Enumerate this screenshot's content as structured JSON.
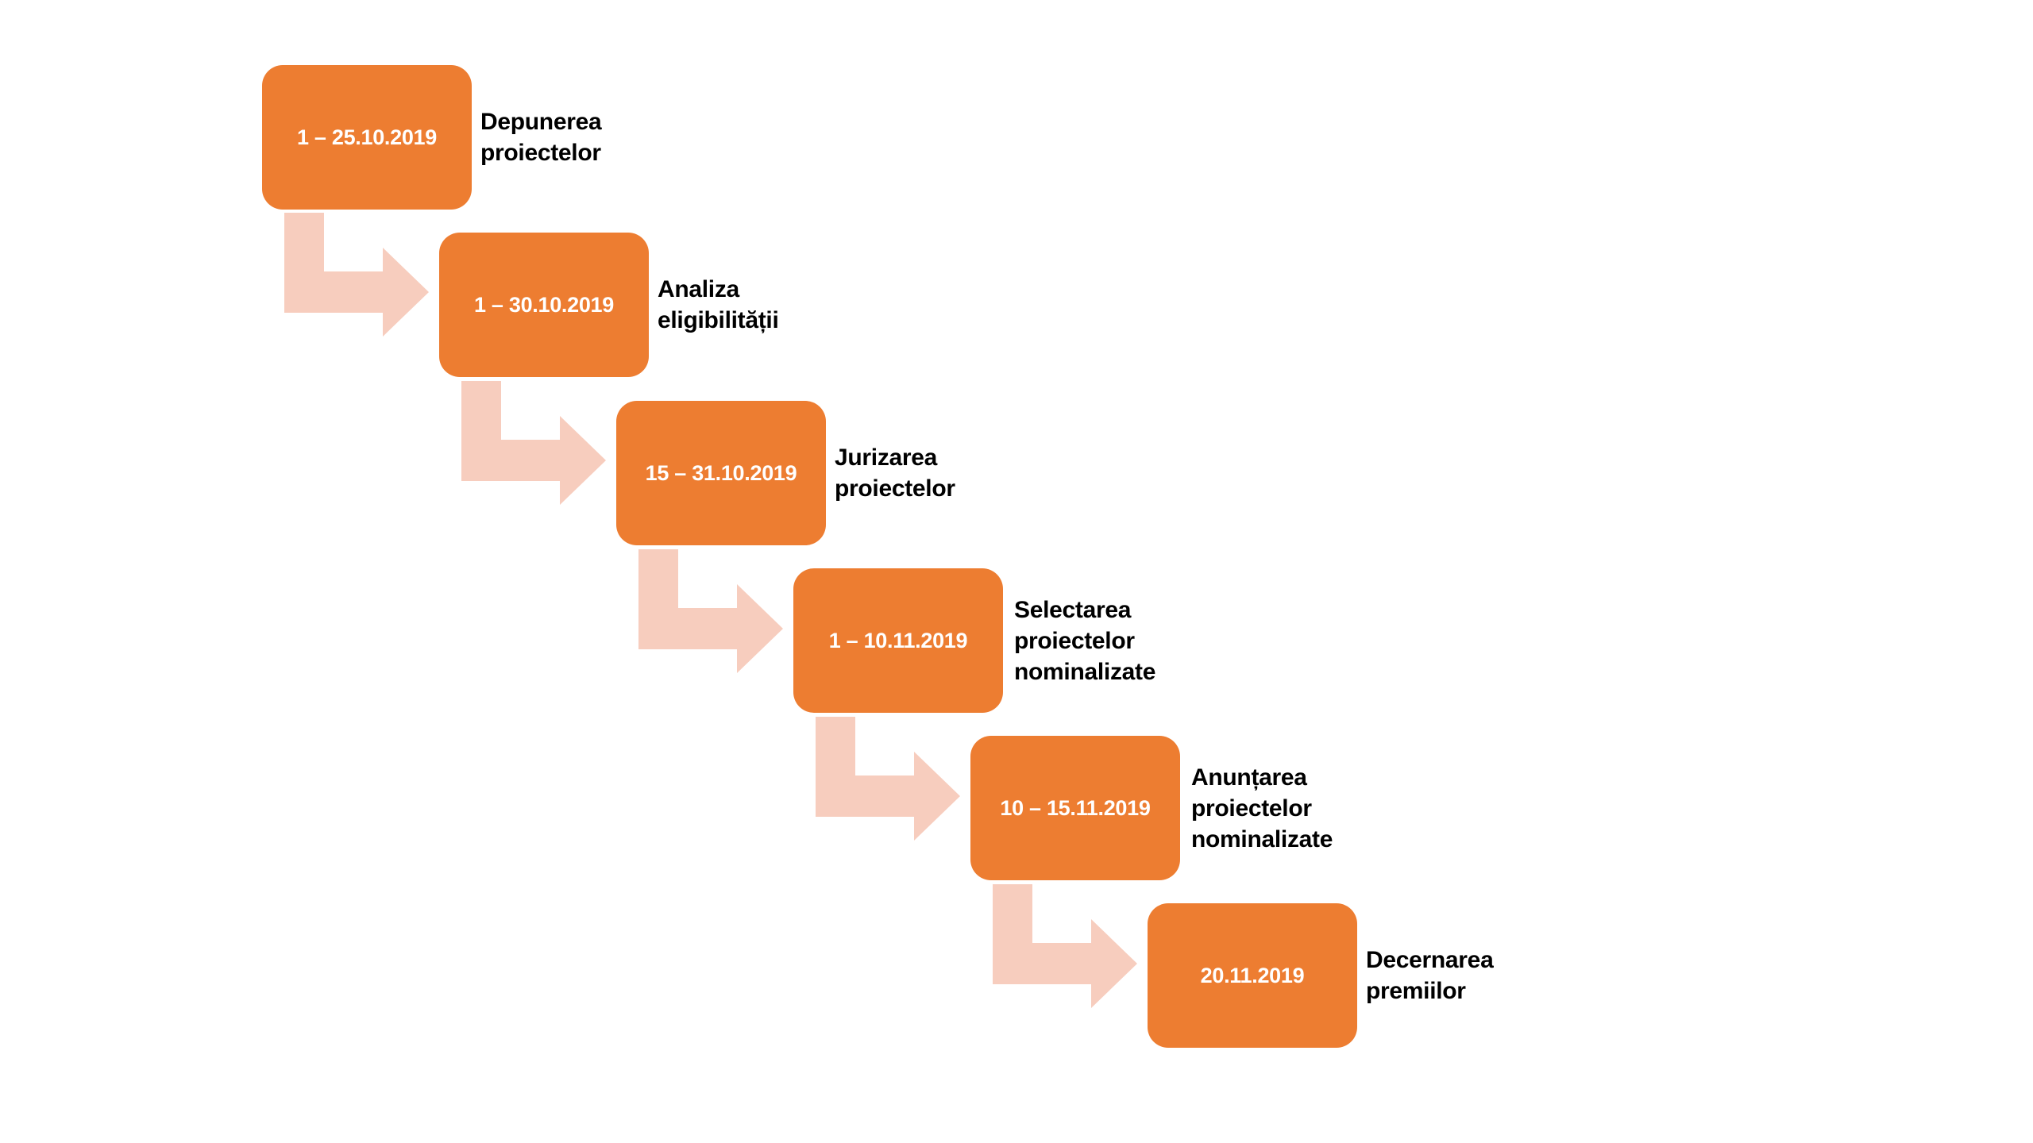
{
  "colors": {
    "box_fill": "#ED7D31",
    "arrow_fill": "#F7CDBE",
    "date_text": "#FFFFFF",
    "label_text": "#000000",
    "background": "#FFFFFF"
  },
  "steps": [
    {
      "date": "1 – 25.10.2019",
      "label": "Depunerea\nproiectelor"
    },
    {
      "date": "1 – 30.10.2019",
      "label": "Analiza\neligibilității"
    },
    {
      "date": "15 – 31.10.2019",
      "label": "Jurizarea\nproiectelor"
    },
    {
      "date": "1 – 10.11.2019",
      "label": "Selectarea\nproiectelor\nnominalizate"
    },
    {
      "date": "10 – 15.11.2019",
      "label": "Anunțarea\nproiectelor\nnominalizate"
    },
    {
      "date": "20.11.2019",
      "label": "Decernarea\npremiilor"
    }
  ],
  "connectors": [
    {
      "from": 1,
      "to": 2,
      "icon": "bent-arrow-icon"
    },
    {
      "from": 2,
      "to": 3,
      "icon": "bent-arrow-icon"
    },
    {
      "from": 3,
      "to": 4,
      "icon": "bent-arrow-icon"
    },
    {
      "from": 4,
      "to": 5,
      "icon": "bent-arrow-icon"
    },
    {
      "from": 5,
      "to": 6,
      "icon": "bent-arrow-icon"
    }
  ]
}
